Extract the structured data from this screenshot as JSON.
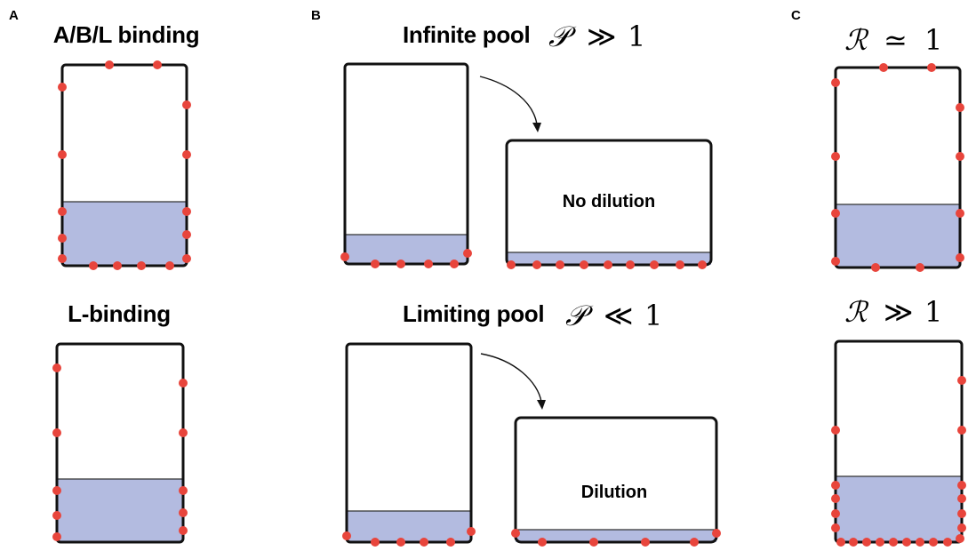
{
  "panels": {
    "a": {
      "letter": "A",
      "top_title": "A/B/L binding",
      "bottom_title": "L-binding"
    },
    "b": {
      "letter": "B",
      "top_title": "Infinite pool",
      "top_symbol": "𝒫",
      "top_relation": "≫",
      "top_value": "1",
      "top_box_label": "No dilution",
      "bottom_title": "Limiting pool",
      "bottom_symbol": "𝒫",
      "bottom_relation": "≪",
      "bottom_value": "1",
      "bottom_box_label": "Dilution"
    },
    "c": {
      "letter": "C",
      "top_symbol": "ℛ",
      "top_relation": "≃",
      "top_value": "1",
      "bottom_symbol": "ℛ",
      "bottom_relation": "≫",
      "bottom_value": "1"
    }
  },
  "colors": {
    "receptor_dot": "#e8453c",
    "fluid_fill": "#b3bbe0",
    "outline": "#111111"
  }
}
